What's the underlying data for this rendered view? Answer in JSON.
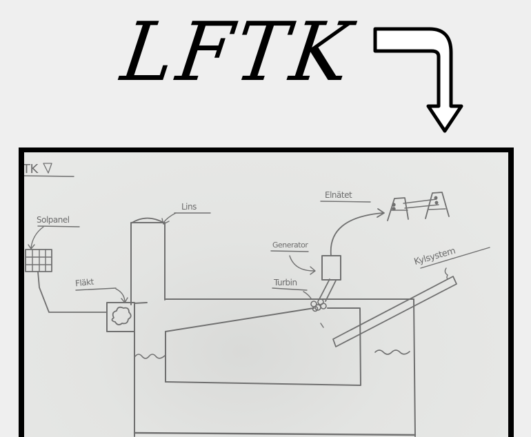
{
  "header": {
    "title": "LFTK",
    "arrow_icon": "curved-arrow-down-right"
  },
  "sketch": {
    "corner_heading": "TK",
    "labels": {
      "solpanel": "Solpanel",
      "lins": "Lins",
      "flakt": "Fläkt",
      "elnatet": "Elnätet",
      "generator": "Generator",
      "turbin": "Turbin",
      "kylsystem": "Kylsystem"
    }
  },
  "colors": {
    "background": "#efefef",
    "frame": "#000000",
    "paper": "#e6e7e5",
    "pencil": "#6b6b6b"
  }
}
